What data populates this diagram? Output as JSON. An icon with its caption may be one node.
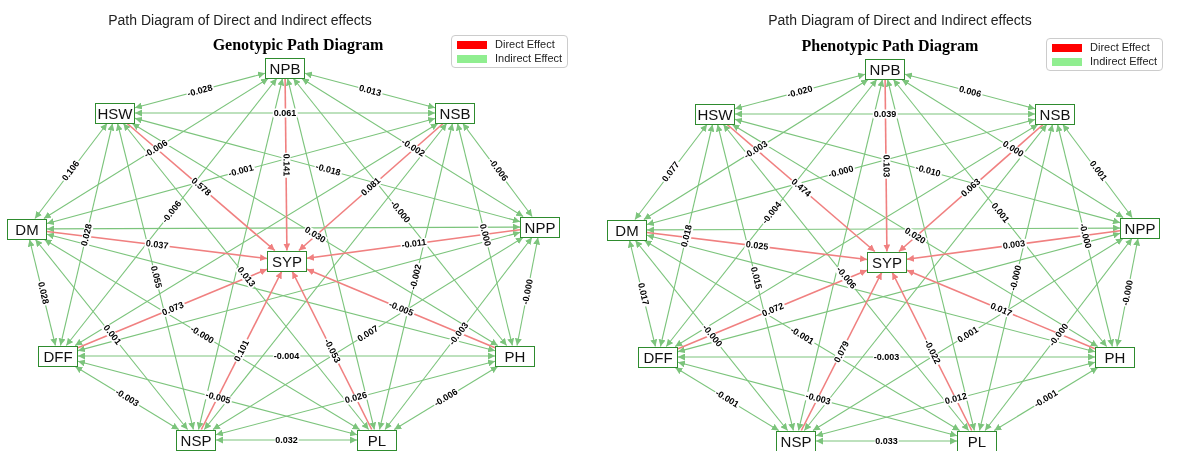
{
  "diagram": {
    "title": "Path Diagram of Direct and Indirect effects",
    "nodes": [
      {
        "text": [
          "NPB"
        ]
      },
      {
        "text": [
          "HSW"
        ]
      },
      {
        "text": [
          "NSB"
        ]
      },
      {
        "text": [
          "DM"
        ]
      },
      {
        "text": [
          "SYP"
        ]
      },
      {
        "text": [
          "NPP"
        ]
      },
      {
        "text": [
          "DFF"
        ]
      },
      {
        "text": [
          "PH"
        ]
      },
      {
        "text": [
          "NSP"
        ]
      },
      {
        "text": [
          "PL"
        ]
      },
      {
        "text": [
          "NPB"
        ]
      },
      {
        "text": [
          "HSW"
        ]
      },
      {
        "text": [
          "NSB"
        ]
      },
      {
        "text": [
          "DM"
        ]
      },
      {
        "text": [
          "SYP"
        ]
      },
      {
        "text": [
          "NPP"
        ]
      },
      {
        "text": [
          "DFF"
        ]
      },
      {
        "text": [
          "PH"
        ]
      },
      {
        "text": [
          "NSP"
        ]
      },
      {
        "text": [
          "PL"
        ]
      }
    ],
    "edges": [
      {
        "from": 0,
        "to": 1,
        "arrow": "both",
        "label": "-0.028"
      },
      {
        "from": 0,
        "to": 2,
        "arrow": "both",
        "label": "0.013"
      },
      {
        "from": 0,
        "to": 3,
        "arrow": "both",
        "label": "-0.006"
      },
      {
        "from": 0,
        "to": 5,
        "arrow": "both",
        "label": "-0.002"
      },
      {
        "from": 0,
        "to": 6,
        "arrow": "both",
        "label": "-0.006"
      },
      {
        "from": 0,
        "to": 7,
        "arrow": "both",
        "label": "-0.000"
      },
      {
        "from": 0,
        "to": 8,
        "arrow": "both"
      },
      {
        "from": 0,
        "to": 9,
        "arrow": "both"
      },
      {
        "from": 1,
        "to": 2,
        "arrow": "both",
        "label": "0.061"
      },
      {
        "from": 1,
        "to": 3,
        "arrow": "both",
        "label": "0.106"
      },
      {
        "from": 1,
        "to": 5,
        "arrow": "both",
        "label": "-0.018"
      },
      {
        "from": 1,
        "to": 6,
        "arrow": "both",
        "label": "0.028"
      },
      {
        "from": 1,
        "to": 7,
        "arrow": "both",
        "label": "0.030"
      },
      {
        "from": 1,
        "to": 8,
        "arrow": "both",
        "label": "0.055"
      },
      {
        "from": 1,
        "to": 9,
        "arrow": "both",
        "label": "0.013"
      },
      {
        "from": 2,
        "to": 3,
        "arrow": "both",
        "label": "-0.001"
      },
      {
        "from": 2,
        "to": 5,
        "arrow": "both",
        "label": "-0.006"
      },
      {
        "from": 2,
        "to": 6,
        "arrow": "both"
      },
      {
        "from": 2,
        "to": 7,
        "arrow": "both",
        "label": "0.000"
      },
      {
        "from": 2,
        "to": 8,
        "arrow": "both"
      },
      {
        "from": 2,
        "to": 9,
        "arrow": "both",
        "label": "-0.002"
      },
      {
        "from": 3,
        "to": 5,
        "arrow": "both"
      },
      {
        "from": 3,
        "to": 6,
        "arrow": "both",
        "label": "0.028"
      },
      {
        "from": 3,
        "to": 7,
        "arrow": "both"
      },
      {
        "from": 3,
        "to": 8,
        "arrow": "both",
        "label": "0.001"
      },
      {
        "from": 3,
        "to": 9,
        "arrow": "both",
        "label": "-0.000"
      },
      {
        "from": 5,
        "to": 6,
        "arrow": "both"
      },
      {
        "from": 5,
        "to": 7,
        "arrow": "both",
        "label": "-0.000"
      },
      {
        "from": 5,
        "to": 8,
        "arrow": "both",
        "label": "0.007"
      },
      {
        "from": 5,
        "to": 9,
        "arrow": "both",
        "label": "-0.003"
      },
      {
        "from": 6,
        "to": 7,
        "arrow": "both",
        "label": "-0.004"
      },
      {
        "from": 6,
        "to": 8,
        "arrow": "both",
        "label": "-0.003"
      },
      {
        "from": 6,
        "to": 9,
        "arrow": "both",
        "label": "-0.005"
      },
      {
        "from": 7,
        "to": 8,
        "arrow": "both",
        "label": "0.026"
      },
      {
        "from": 7,
        "to": 9,
        "arrow": "both",
        "label": "-0.006"
      },
      {
        "from": 8,
        "to": 9,
        "arrow": "both",
        "label": "0.032"
      },
      {
        "from": 0,
        "to": 4,
        "arrow": "to",
        "label": "0.141",
        "color": "#f08080"
      },
      {
        "from": 1,
        "to": 4,
        "arrow": "to",
        "label": "0.578",
        "color": "#f08080"
      },
      {
        "from": 2,
        "to": 4,
        "arrow": "to",
        "label": "0.081",
        "color": "#f08080"
      },
      {
        "from": 3,
        "to": 4,
        "arrow": "to",
        "label": "0.037",
        "color": "#f08080"
      },
      {
        "from": 5,
        "to": 4,
        "arrow": "to",
        "label": "-0.011",
        "color": "#f08080"
      },
      {
        "from": 6,
        "to": 4,
        "arrow": "to",
        "label": "0.073",
        "color": "#f08080"
      },
      {
        "from": 7,
        "to": 4,
        "arrow": "to",
        "label": "-0.005",
        "color": "#f08080"
      },
      {
        "from": 8,
        "to": 4,
        "arrow": "to",
        "label": "0.101",
        "color": "#f08080"
      },
      {
        "from": 9,
        "to": 4,
        "arrow": "to",
        "label": "-0.053",
        "color": "#f08080"
      },
      {
        "from": 10,
        "to": 11,
        "arrow": "both",
        "label": "-0.020"
      },
      {
        "from": 10,
        "to": 12,
        "arrow": "both",
        "label": "0.006"
      },
      {
        "from": 10,
        "to": 13,
        "arrow": "both",
        "label": "-0.003"
      },
      {
        "from": 10,
        "to": 15,
        "arrow": "both",
        "label": "0.000"
      },
      {
        "from": 10,
        "to": 16,
        "arrow": "both",
        "label": "-0.004"
      },
      {
        "from": 10,
        "to": 17,
        "arrow": "both",
        "label": "0.001"
      },
      {
        "from": 10,
        "to": 18,
        "arrow": "both"
      },
      {
        "from": 10,
        "to": 19,
        "arrow": "both"
      },
      {
        "from": 11,
        "to": 12,
        "arrow": "both",
        "label": "0.039"
      },
      {
        "from": 11,
        "to": 13,
        "arrow": "both",
        "label": "0.077"
      },
      {
        "from": 11,
        "to": 15,
        "arrow": "both",
        "label": "-0.010"
      },
      {
        "from": 11,
        "to": 16,
        "arrow": "both",
        "label": "0.018"
      },
      {
        "from": 11,
        "to": 17,
        "arrow": "both",
        "label": "0.020"
      },
      {
        "from": 11,
        "to": 18,
        "arrow": "both",
        "label": "0.015"
      },
      {
        "from": 11,
        "to": 19,
        "arrow": "both",
        "label": "-0.006"
      },
      {
        "from": 12,
        "to": 13,
        "arrow": "both",
        "label": "-0.000"
      },
      {
        "from": 12,
        "to": 15,
        "arrow": "both",
        "label": "0.001"
      },
      {
        "from": 12,
        "to": 16,
        "arrow": "both"
      },
      {
        "from": 12,
        "to": 17,
        "arrow": "both",
        "label": "-0.000"
      },
      {
        "from": 12,
        "to": 18,
        "arrow": "both"
      },
      {
        "from": 12,
        "to": 19,
        "arrow": "both",
        "label": "-0.000"
      },
      {
        "from": 13,
        "to": 15,
        "arrow": "both"
      },
      {
        "from": 13,
        "to": 16,
        "arrow": "both",
        "label": "0.017"
      },
      {
        "from": 13,
        "to": 17,
        "arrow": "both"
      },
      {
        "from": 13,
        "to": 18,
        "arrow": "both",
        "label": "-0.000"
      },
      {
        "from": 13,
        "to": 19,
        "arrow": "both",
        "label": "-0.001"
      },
      {
        "from": 15,
        "to": 16,
        "arrow": "both"
      },
      {
        "from": 15,
        "to": 17,
        "arrow": "both",
        "label": "-0.000"
      },
      {
        "from": 15,
        "to": 18,
        "arrow": "both",
        "label": "0.001"
      },
      {
        "from": 15,
        "to": 19,
        "arrow": "both",
        "label": "-0.000"
      },
      {
        "from": 16,
        "to": 17,
        "arrow": "both",
        "label": "-0.003"
      },
      {
        "from": 16,
        "to": 18,
        "arrow": "both",
        "label": "-0.001"
      },
      {
        "from": 16,
        "to": 19,
        "arrow": "both",
        "label": "-0.003"
      },
      {
        "from": 17,
        "to": 18,
        "arrow": "both",
        "label": "0.012"
      },
      {
        "from": 17,
        "to": 19,
        "arrow": "both",
        "label": "-0.001"
      },
      {
        "from": 18,
        "to": 19,
        "arrow": "both",
        "label": "0.033"
      },
      {
        "from": 10,
        "to": 14,
        "arrow": "to",
        "label": "0.103",
        "color": "#f08080"
      },
      {
        "from": 11,
        "to": 14,
        "arrow": "to",
        "label": "0.474",
        "color": "#f08080"
      },
      {
        "from": 12,
        "to": 14,
        "arrow": "to",
        "label": "0.063",
        "color": "#f08080"
      },
      {
        "from": 13,
        "to": 14,
        "arrow": "to",
        "label": "0.025",
        "color": "#f08080"
      },
      {
        "from": 15,
        "to": 14,
        "arrow": "to",
        "label": "0.003",
        "color": "#f08080"
      },
      {
        "from": 16,
        "to": 14,
        "arrow": "to",
        "label": "0.072",
        "color": "#f08080"
      },
      {
        "from": 17,
        "to": 14,
        "arrow": "to",
        "label": "0.017",
        "color": "#f08080"
      },
      {
        "from": 18,
        "to": 14,
        "arrow": "to",
        "label": "0.079",
        "color": "#f08080"
      },
      {
        "from": 19,
        "to": 14,
        "arrow": "to",
        "label": "-0.022",
        "color": "#f08080"
      }
    ],
    "labels": [
      "Path Diagram of Direct and Indirect effects",
      "Genotypic Path Diagram",
      "Phenotypic Path Diagram"
    ],
    "legend": [
      {
        "text": "Direct Effect",
        "color": "#ff0000"
      },
      {
        "text": "Indirect Effect",
        "color": "#90ee90"
      },
      {
        "text": "Direct Effect",
        "color": "#ff0000"
      },
      {
        "text": "Indirect Effect",
        "color": "#90ee90"
      }
    ]
  }
}
